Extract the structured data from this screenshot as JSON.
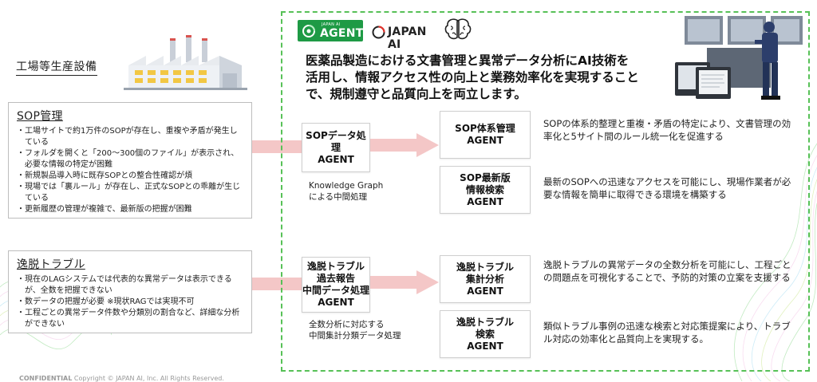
{
  "factory_label": "工場等生産設備",
  "logos": {
    "agent_small": "JAPAN AI",
    "agent_big": "AGENT",
    "company": "JAPAN AI"
  },
  "headline": "医薬品製造における文書管理と異常データ分析にAI技術を活用し、情報アクセス性の向上と業務効率化を実現することで、規制遵守と品質向上を両立します。",
  "sop_panel": {
    "title": "SOP管理",
    "bullets": [
      "・工場サイトで約1万件のSOPが存在し、重複や矛盾が発生している",
      "・フォルダを開くと「200〜300個のファイル」が表示され、必要な情報の特定が困難",
      "・新規製品導入時に既存SOPとの整合性確認が煩",
      "・現場では「裏ルール」が存在し、正式なSOPとの乖離が生じている",
      "・更新履歴の管理が複雑で、最新版の把握が困難"
    ]
  },
  "trouble_panel": {
    "title": "逸脱トラブル",
    "bullets": [
      "・現在のLAGシステムでは代表的な異常データは表示できるが、全数を把握できない",
      "・数データの把握が必要 ※現状RAGでは実現不可",
      "・工程ごとの異常データ件数や分類別の割合など、詳細な分析ができない"
    ]
  },
  "agents": {
    "sop_processing": {
      "line1": "SOPデータ処理",
      "line2": "AGENT",
      "note1": "Knowledge Graph",
      "note2": "による中間処理"
    },
    "sop_system": {
      "line1": "SOP体系管理",
      "line2": "AGENT"
    },
    "sop_latest": {
      "line1": "SOP最新版",
      "line2": "情報検索",
      "line3": "AGENT"
    },
    "trouble_processing": {
      "line1": "逸脱トラブル",
      "line2": "過去報告",
      "line3": "中間データ処理",
      "line4": "AGENT",
      "note1": "全数分析に対応する",
      "note2": "中間集計分類データ処理"
    },
    "trouble_analysis": {
      "line1": "逸脱トラブル",
      "line2": "集計分析",
      "line3": "AGENT"
    },
    "trouble_search": {
      "line1": "逸脱トラブル",
      "line2": "検索",
      "line3": "AGENT"
    }
  },
  "descriptions": {
    "sop_system": "SOPの体系的整理と重複・矛盾の特定により、文書管理の効率化と5サイト間のルール統一化を促進する",
    "sop_latest": "最新のSOPへの迅速なアクセスを可能にし、現場作業者が必要な情報を簡単に取得できる環境を構築する",
    "trouble_analysis": "逸脱トラブルの異常データの全数分析を可能にし、工程ごとの問題点を可視化することで、予防的対策の立案を支援する",
    "trouble_search": "類似トラブル事例の迅速な検索と対応策提案により、トラブル対応の効率化と品質向上を実現する。"
  },
  "footer": {
    "confidential": "CONFIDENTIAL",
    "copyright": "Copyright © JAPAN AI, Inc. All Rights Reserved."
  },
  "colors": {
    "frame_green": "#57c157",
    "arrow_pink": "#f4c7c7",
    "logo_green": "#1e9a45"
  }
}
